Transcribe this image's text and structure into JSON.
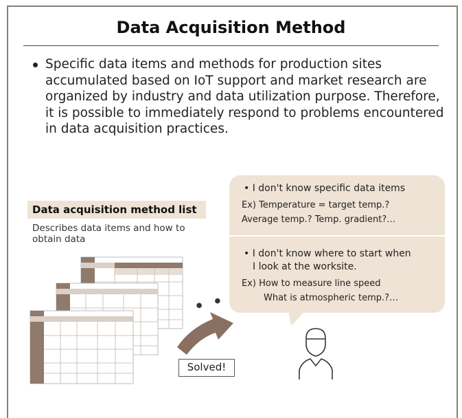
{
  "title": "Data Acquisition Method",
  "intro": {
    "text": "Specific data items and methods for production sites accumulated based on IoT support and market research are organized by industry and data utilization purpose. Therefore, it is possible to immediately respond to problems encountered in data acquisition practices."
  },
  "method_list": {
    "label": "Data acquisition method list",
    "description": "Describes data items and how to obtain data"
  },
  "bubble": {
    "item1": "I don't know specific data items",
    "item1_example_line1": "Ex) Temperature = target temp.?",
    "item1_example_line2": "Average temp.? Temp. gradient?…",
    "item2_line1": "I don't know where to start when",
    "item2_line2": "I look at the worksite.",
    "item2_example_line1": "Ex) How to measure line speed",
    "item2_example_line2": "What is atmospheric temp.?…"
  },
  "solved_label": "Solved!",
  "ellipsis": "• • •",
  "colors": {
    "accent_beige": "#efe3d5",
    "arrow_brown": "#8a7060",
    "frame": "#8a7f76",
    "sheet_header": "#8f7a6c"
  }
}
